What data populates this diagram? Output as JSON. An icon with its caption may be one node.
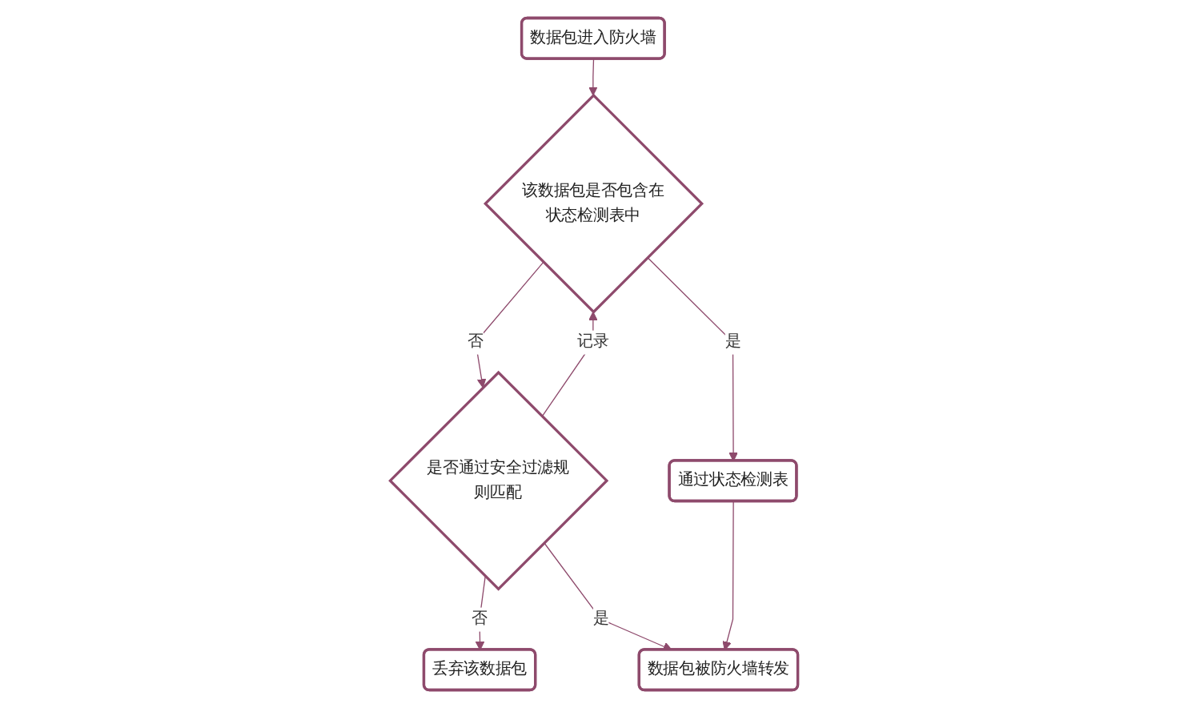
{
  "diagram": {
    "nodes": [
      {
        "text": [
          "数据包进入防火墙"
        ]
      },
      {
        "text": [
          "该数据包是否包含在状态检测表中"
        ]
      },
      {
        "text": [
          "是否通过安全过滤规则匹配"
        ]
      },
      {
        "text": [
          "丢弃该数据包"
        ]
      },
      {
        "text": [
          "通过状态检测表"
        ]
      },
      {
        "text": [
          "数据包被防火墙转发"
        ]
      }
    ],
    "edges": [
      {
        "from": 0,
        "to": 1,
        "arrow": "to"
      },
      {
        "from": 1,
        "to": 2,
        "label": "否",
        "arrow": "to"
      },
      {
        "from": 2,
        "to": 3,
        "label": "否",
        "arrow": "to"
      },
      {
        "from": 1,
        "to": 4,
        "label": "是",
        "arrow": "to"
      },
      {
        "from": 2,
        "to": 5,
        "label": "是",
        "arrow": "to"
      },
      {
        "from": 2,
        "to": 1,
        "label": "记录",
        "arrow": "to"
      },
      {
        "from": 4,
        "to": 5,
        "arrow": "to"
      }
    ]
  }
}
